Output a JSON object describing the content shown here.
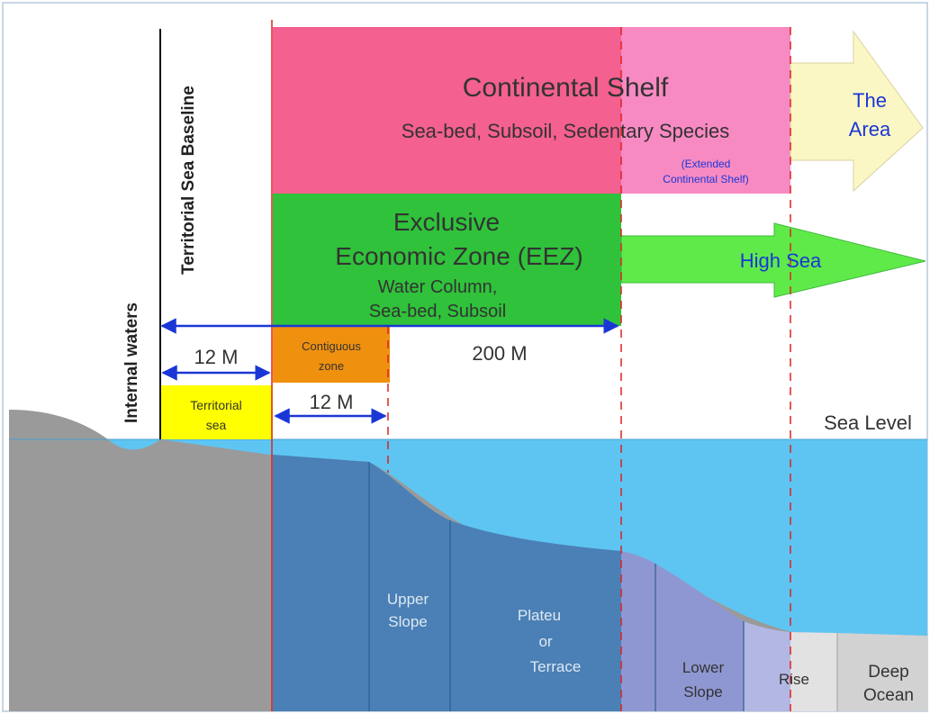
{
  "labels": {
    "continental_shelf_title": "Continental Shelf",
    "continental_shelf_sub": "Sea-bed, Subsoil, Sedentary Species",
    "extended_shelf_line1": "(Extended",
    "extended_shelf_line2": "Continental Shelf)",
    "the_area_line1": "The",
    "the_area_line2": "Area",
    "eez_line1": "Exclusive",
    "eez_line2": "Economic Zone (EEZ)",
    "eez_line3": "Water Column,",
    "eez_line4": "Sea-bed, Subsoil",
    "high_sea": "High Sea",
    "baseline": "Territorial Sea Baseline",
    "internal_waters": "Internal waters",
    "twelve_m_upper": "12 M",
    "contiguous_line1": "Contiguous",
    "contiguous_line2": "zone",
    "two_hundred_m": "200 M",
    "twelve_m_lower": "12 M",
    "territorial_line1": "Territorial",
    "territorial_line2": "sea",
    "sea_level": "Sea Level",
    "upper_slope_line1": "Upper",
    "upper_slope_line2": "Slope",
    "plateau_line1": "Plateu",
    "plateau_line2": "or",
    "plateau_line3": "Terrace",
    "lower_slope_line1": "Lower",
    "lower_slope_line2": "Slope",
    "rise": "Rise",
    "deep_ocean_line1": "Deep",
    "deep_ocean_line2": "Ocean"
  },
  "colors": {
    "continental_shelf": "#f4608f",
    "extended_shelf": "#f88ac3",
    "the_area": "#fbf7c5",
    "eez": "#2fc23a",
    "high_sea": "#5fea4a",
    "contiguous": "#f0900f",
    "territorial": "#ffff00",
    "sea": "#5ec5f2",
    "land": "#9a9a9a",
    "shelf_block": "#4a80b5",
    "lower_slope": "#8f97d2",
    "rise": "#b3b7e3",
    "deep_ocean": "#d2d2d2",
    "arrow_blue": "#1a37d6",
    "boundary_red": "#dd2222"
  }
}
